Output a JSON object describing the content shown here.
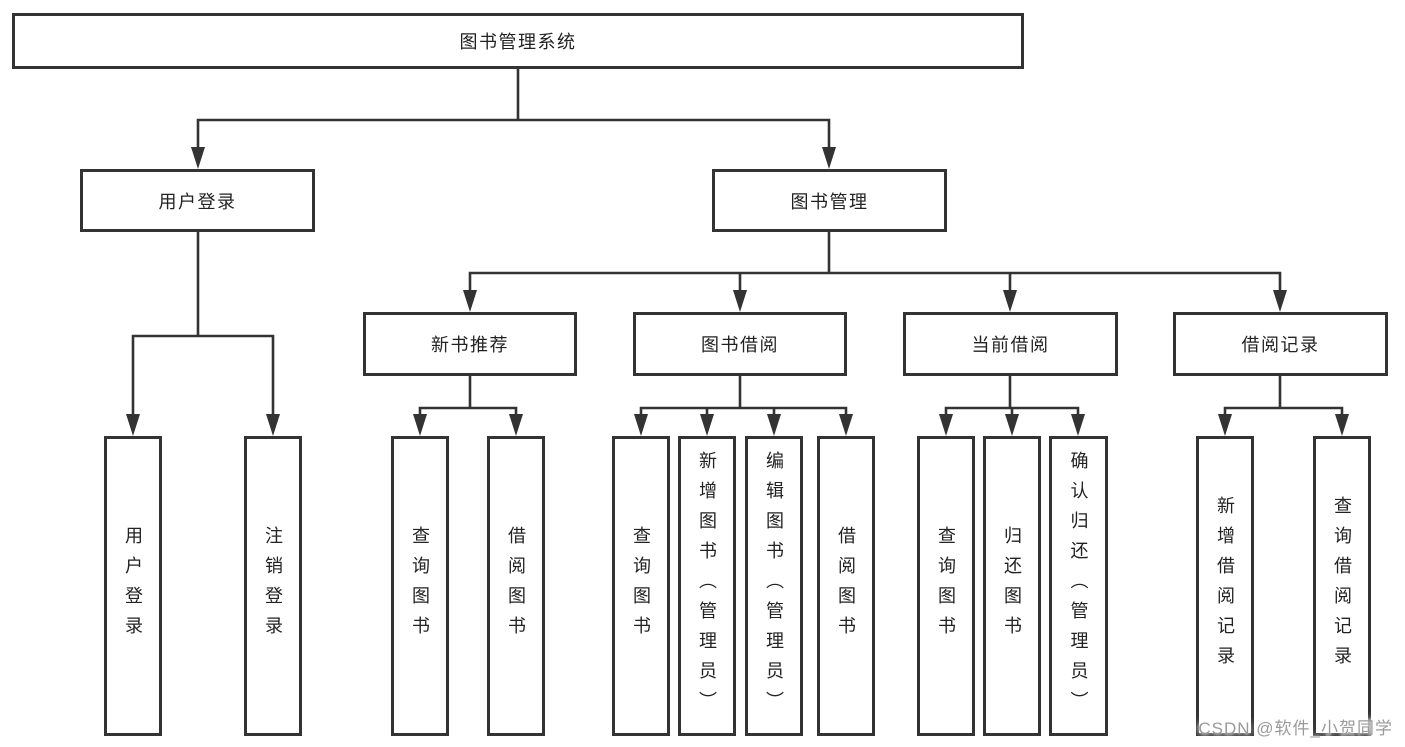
{
  "diagram": {
    "root": {
      "label": "图书管理系统"
    },
    "level2": [
      {
        "label": "用户登录"
      },
      {
        "label": "图书管理"
      }
    ],
    "level3": [
      {
        "label": "新书推荐"
      },
      {
        "label": "图书借阅"
      },
      {
        "label": "当前借阅"
      },
      {
        "label": "借阅记录"
      }
    ],
    "leaves": [
      {
        "label": "用户登录"
      },
      {
        "label": "注销登录"
      },
      {
        "label": "查询图书"
      },
      {
        "label": "借阅图书"
      },
      {
        "label": "查询图书"
      },
      {
        "label": "新增图书（管理员）"
      },
      {
        "label": "编辑图书（管理员）"
      },
      {
        "label": "借阅图书"
      },
      {
        "label": "查询图书"
      },
      {
        "label": "归还图书"
      },
      {
        "label": "确认归还（管理员）"
      },
      {
        "label": "新增借阅记录"
      },
      {
        "label": "查询借阅记录"
      }
    ]
  },
  "watermark": "CSDN @软件_小贺同学",
  "colors": {
    "line": "#333333",
    "text": "#222222",
    "background": "#ffffff",
    "watermark_gray": "#9a9a9a"
  }
}
